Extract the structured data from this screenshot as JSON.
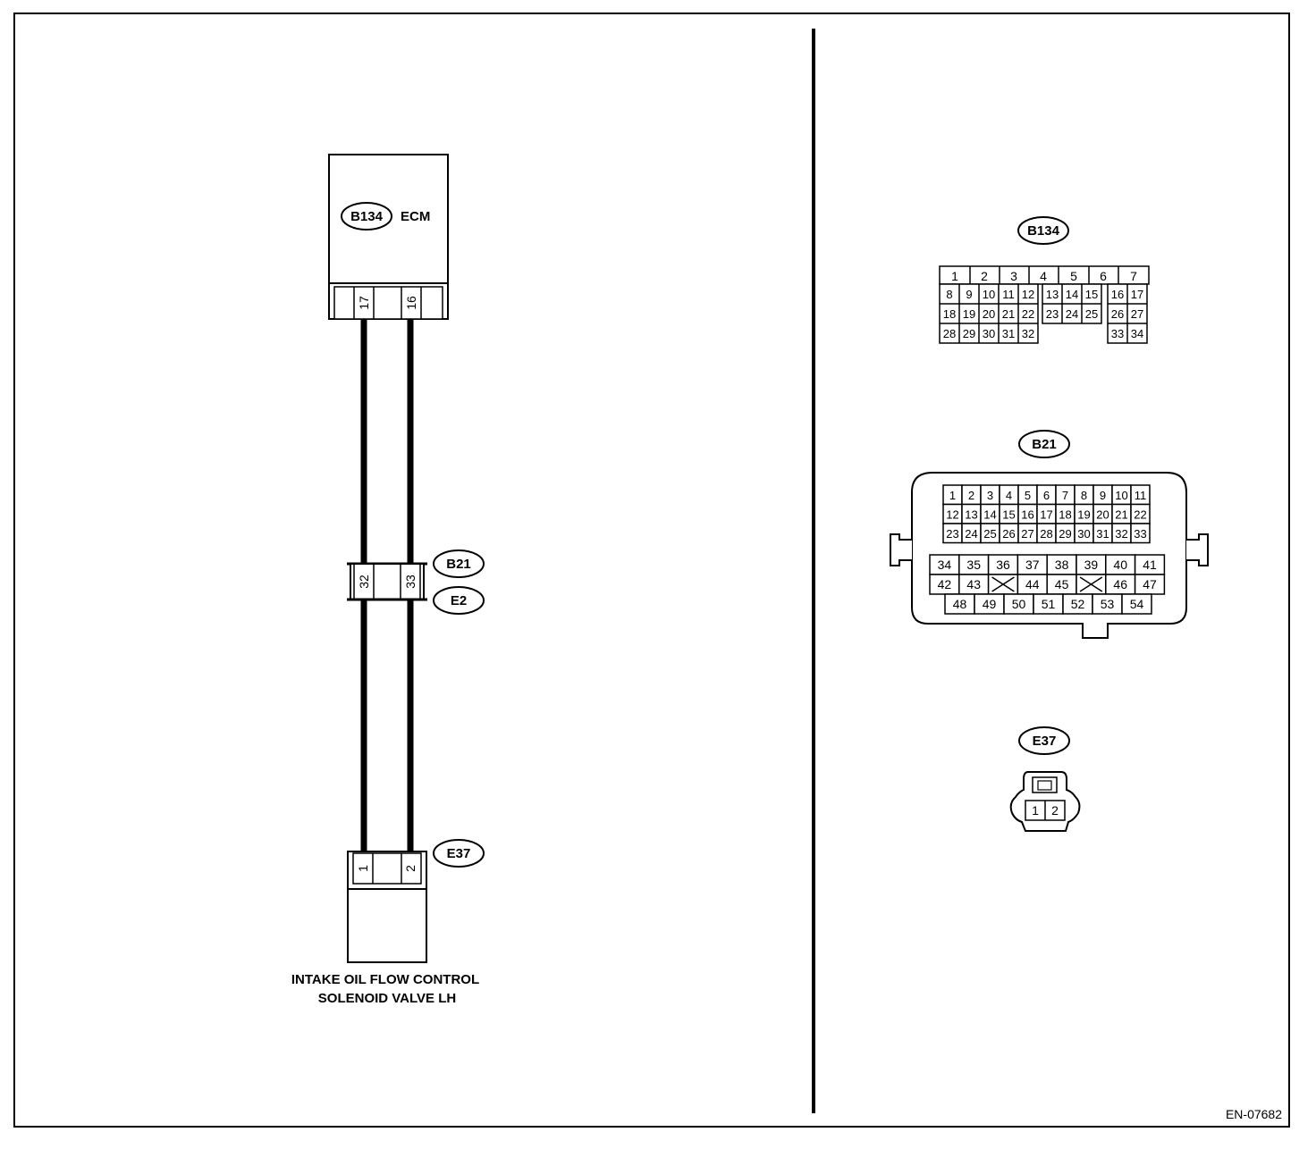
{
  "ecm": {
    "connector_id": "B134",
    "label": "ECM",
    "pins": [
      "17",
      "16"
    ]
  },
  "joint": {
    "connector_id_top": "B21",
    "connector_id_bottom": "E2",
    "pins": [
      "32",
      "33"
    ]
  },
  "solenoid": {
    "connector_id": "E37",
    "pins": [
      "1",
      "2"
    ],
    "label_line1": "INTAKE OIL FLOW CONTROL",
    "label_line2": "SOLENOID VALVE LH"
  },
  "b134_face": {
    "title": "B134",
    "row1": [
      "1",
      "2",
      "3",
      "4",
      "5",
      "6",
      "7"
    ],
    "row2": [
      "8",
      "9",
      "10",
      "11",
      "12",
      "13",
      "14",
      "15",
      "16",
      "17"
    ],
    "row3": [
      "18",
      "19",
      "20",
      "21",
      "22",
      "23",
      "24",
      "25",
      "26",
      "27"
    ],
    "row4": [
      "28",
      "29",
      "30",
      "31",
      "32",
      "33",
      "34"
    ]
  },
  "b21_face": {
    "title": "B21",
    "row1": [
      "1",
      "2",
      "3",
      "4",
      "5",
      "6",
      "7",
      "8",
      "9",
      "10",
      "11"
    ],
    "row2": [
      "12",
      "13",
      "14",
      "15",
      "16",
      "17",
      "18",
      "19",
      "20",
      "21",
      "22"
    ],
    "row3": [
      "23",
      "24",
      "25",
      "26",
      "27",
      "28",
      "29",
      "30",
      "31",
      "32",
      "33"
    ],
    "row4": [
      "34",
      "35",
      "36",
      "37",
      "38",
      "39",
      "40",
      "41"
    ],
    "row5": [
      "42",
      "43",
      "",
      "44",
      "45",
      "",
      "46",
      "47"
    ],
    "row6": [
      "48",
      "49",
      "50",
      "51",
      "52",
      "53",
      "54"
    ]
  },
  "e37_face": {
    "title": "E37",
    "pins": [
      "1",
      "2"
    ]
  },
  "figure_code": "EN-07682"
}
